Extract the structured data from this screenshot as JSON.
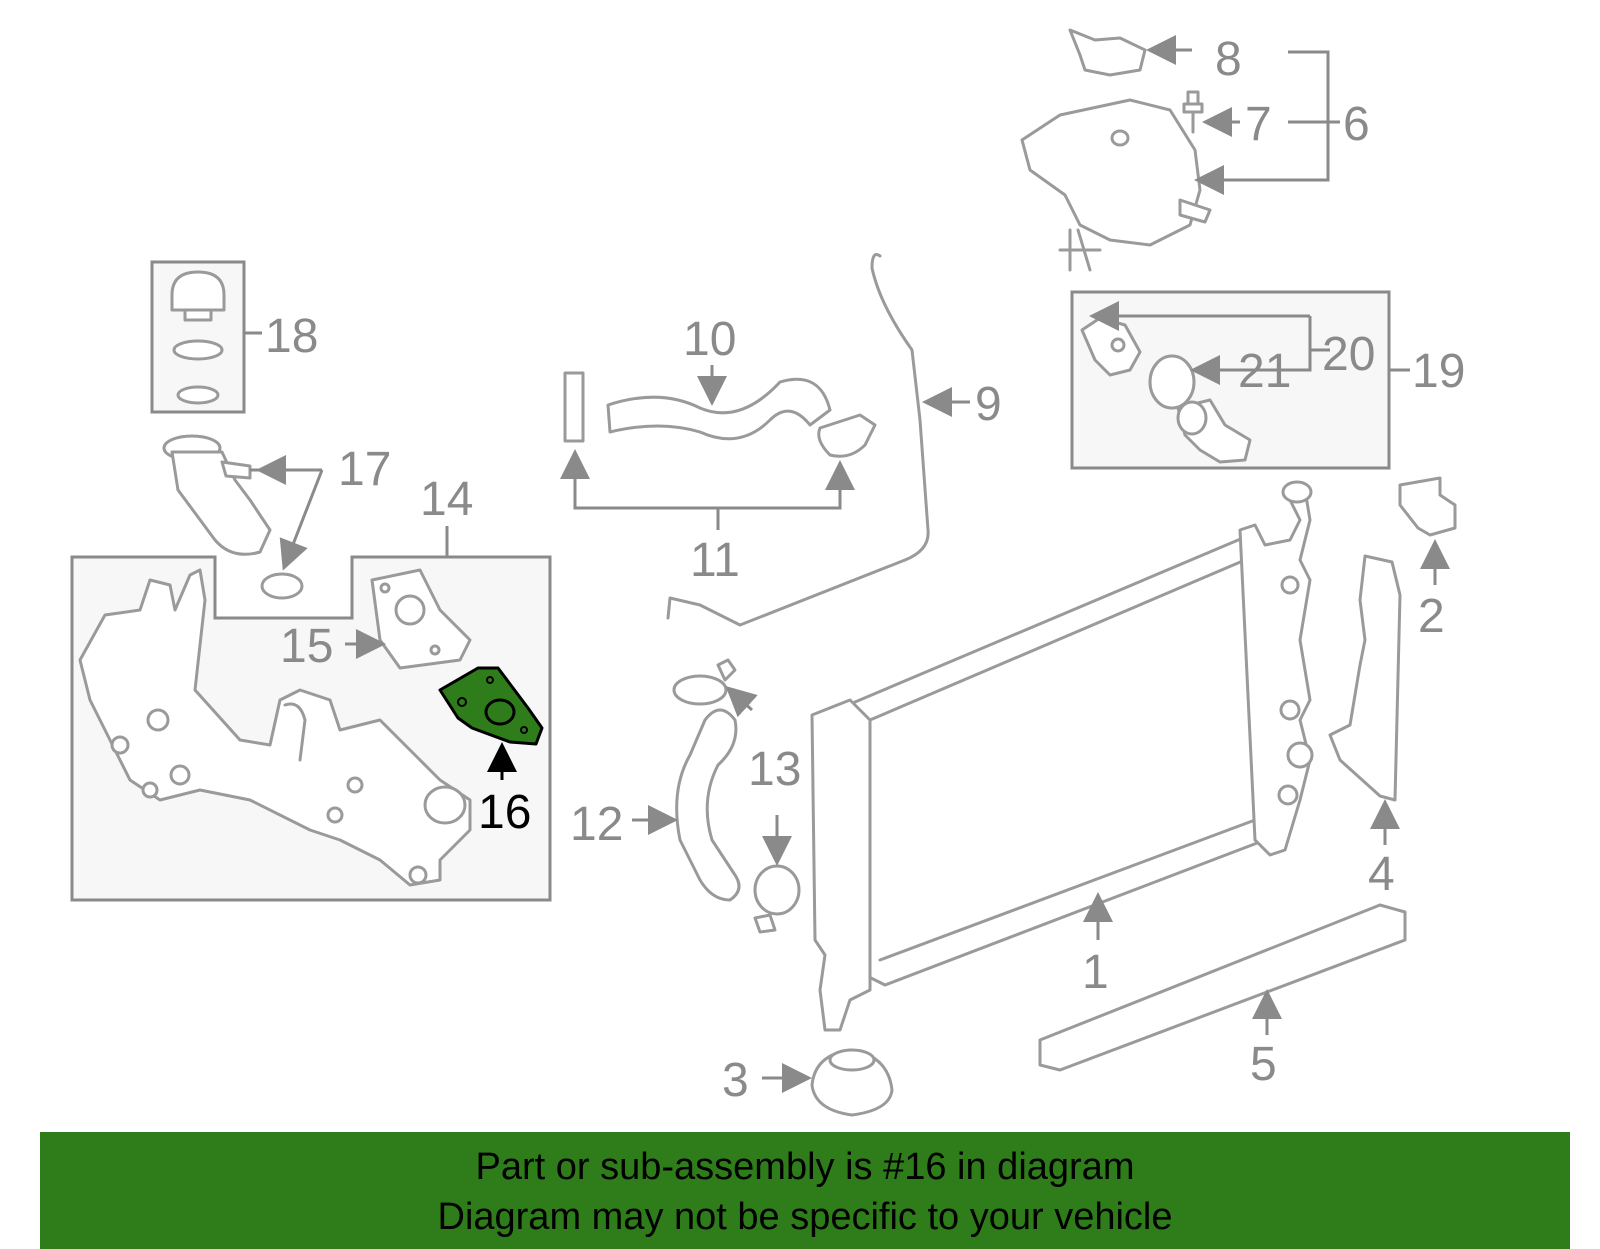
{
  "labels": {
    "l1": "1",
    "l2": "2",
    "l3": "3",
    "l4": "4",
    "l5": "5",
    "l6": "6",
    "l7": "7",
    "l8": "8",
    "l9": "9",
    "l10": "10",
    "l11": "11",
    "l12": "12",
    "l13": "13",
    "l14": "14",
    "l15": "15",
    "l16": "16",
    "l17": "17",
    "l18": "18",
    "l19": "19",
    "l20": "20",
    "l21": "21"
  },
  "highlight": {
    "part_number": "16",
    "color": "#2e7d1a"
  },
  "banner": {
    "line1": "Part or sub-assembly is #16 in diagram",
    "line2": "Diagram may not be specific to your vehicle",
    "color": "#2e7d1a"
  }
}
